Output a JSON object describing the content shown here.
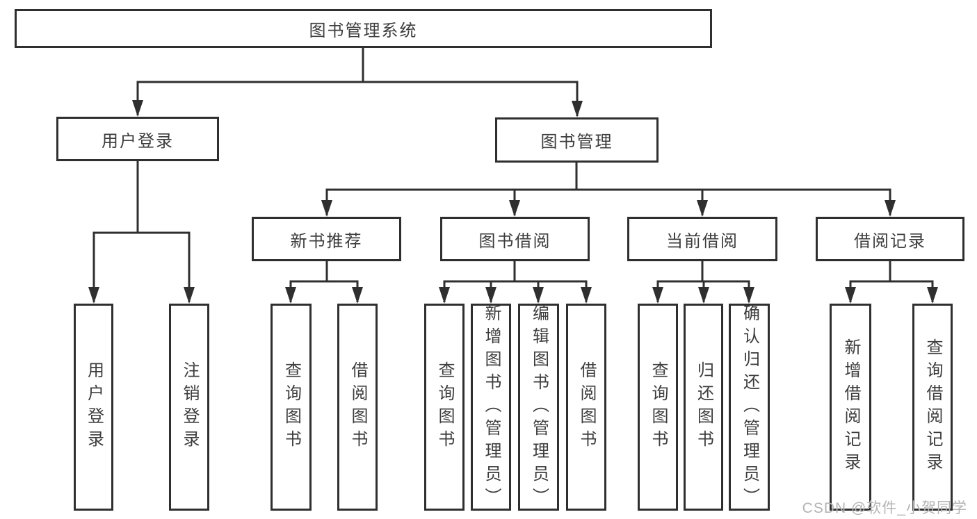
{
  "nodes": {
    "root": {
      "label": "图书管理系统"
    },
    "level2": [
      {
        "label": "用户登录"
      },
      {
        "label": "图书管理"
      }
    ],
    "level3": [
      {
        "label": "新书推荐"
      },
      {
        "label": "图书借阅"
      },
      {
        "label": "当前借阅"
      },
      {
        "label": "借阅记录"
      }
    ],
    "leaves": [
      {
        "label": "用户登录"
      },
      {
        "label": "注销登录"
      },
      {
        "label": "查询图书"
      },
      {
        "label": "借阅图书"
      },
      {
        "label": "查询图书"
      },
      {
        "label": "新增图书（管理员）"
      },
      {
        "label": "编辑图书（管理员）"
      },
      {
        "label": "借阅图书"
      },
      {
        "label": "查询图书"
      },
      {
        "label": "归还图书"
      },
      {
        "label": "确认归还（管理员）"
      },
      {
        "label": "新增借阅记录"
      },
      {
        "label": "查询借阅记录"
      }
    ]
  },
  "watermark": {
    "text": "CSDN @软件_小贺同学"
  },
  "colors": {
    "line": "#2f2f2f",
    "text": "#3d3d3d",
    "watermark": "#b4b4b4",
    "background": "#ffffff"
  }
}
